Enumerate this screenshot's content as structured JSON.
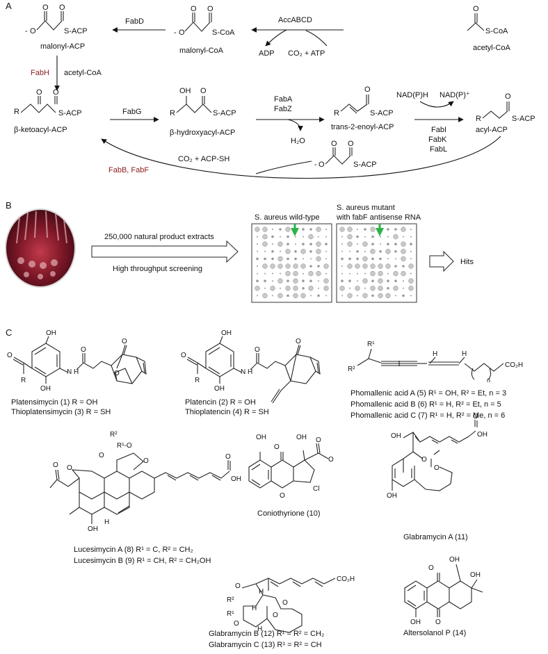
{
  "panels": {
    "a": "A",
    "b": "B",
    "c": "C"
  },
  "panel_a": {
    "acetyl_coa_struct": "S-CoA",
    "acetyl_coa": "acetyl-CoA",
    "accabcd": "AccABCD",
    "adp": "ADP",
    "co2_atp": "CO₂ + ATP",
    "malonyl_coa_struct": "S-CoA",
    "malonyl_coa": "malonyl-CoA",
    "fabd": "FabD",
    "malonyl_acp_struct": "S-ACP",
    "malonyl_acp": "malonyl-ACP",
    "fabh": "FabH",
    "acetyl_coa_2": "acetyl-CoA",
    "ketoacyl_struct": "S-ACP",
    "ketoacyl": "β-ketoacyl-ACP",
    "fabg": "FabG",
    "oh": "OH",
    "hydroxyacyl_struct": "S-ACP",
    "hydroxyacyl": "β-hydroxyacyl-ACP",
    "faba": "FabA",
    "fabz": "FabZ",
    "h2o": "H₂O",
    "enoyl_struct": "S-ACP",
    "enoyl": "trans-2-enoyl-ACP",
    "nadph": "NAD(P)H",
    "nadp": "NAD(P)⁺",
    "fabi": "FabI",
    "fabk": "FabK",
    "fabl": "FabL",
    "acyl_struct": "S-ACP",
    "acyl": "acyl-ACP",
    "co2_acpsh": "CO₂ + ACP-SH",
    "malonyl_acp_return": "S-ACP",
    "fabb_fabf": "FabB, FabF",
    "r": "R",
    "o": "O",
    "minus": "-"
  },
  "panel_b": {
    "extracts": "250,000 natural product extracts",
    "screening": "High throughput screening",
    "wildtype": "S. aureus wild-type",
    "mutant_line1": "S. aureus mutant",
    "mutant_line2": "with fabF antisense RNA",
    "hits": "Hits"
  },
  "panel_c": {
    "platensimycin": "Platensimycin (1) R = OH",
    "thioplatensimycin": "Thioplatensimycin (3) R = SH",
    "platencin": "Platencin (2) R = OH",
    "thioplatencin": "Thioplatencin (4) R = SH",
    "phomallenic_a": "Phomallenic acid A (5) R¹ = OH, R² = Et, n = 3",
    "phomallenic_b": "Phomallenic acid B (6) R¹ = H, R² = Et, n = 5",
    "phomallenic_c": "Phomallenic acid C (7) R¹ = H, R² = Me, n = 6",
    "lucesimycin_a": "Lucesimycin A (8) R¹ = C, R² = CH₂",
    "lucesimycin_b": "Lucesimycin B (9) R¹ = CH, R² = CH₂OH",
    "coniothyrione": "Coniothyrione (10)",
    "glabramycin_a": "Glabramycin A (11)",
    "glabramycin_b": "Glabramycin B (12)  R¹ = R² = CH₂",
    "glabramycin_c": "Glabramycin C (13)  R¹ = R² = CH",
    "altersolanol": "Altersolanol P (14)",
    "atoms": {
      "oh": "OH",
      "o": "O",
      "h": "H",
      "r": "R",
      "nh": "N\nH",
      "co2h": "CO₂H",
      "cl": "Cl",
      "r1": "R¹",
      "r2": "R²",
      "n": "n",
      "r1o": "R¹-O"
    }
  },
  "colors": {
    "enzyme_red": "#8b1a1a",
    "hit_green": "#2bb34a"
  }
}
